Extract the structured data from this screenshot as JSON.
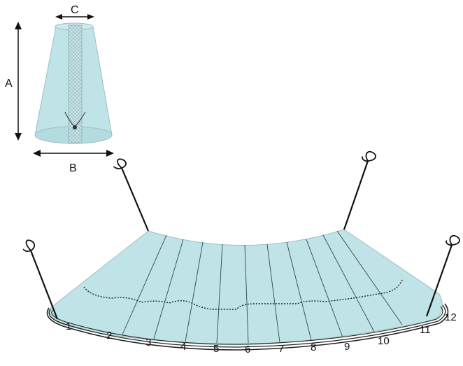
{
  "dimension_labels": {
    "a": "A",
    "b": "B",
    "c": "C"
  },
  "segment_numbers": [
    "1",
    "2",
    "3",
    "4",
    "5",
    "6",
    "7",
    "8",
    "9",
    "10",
    "11",
    "12"
  ],
  "colors": {
    "net_fill": "#bfe3e6",
    "net_stroke": "#8fb5ba",
    "seam_line": "#2f4a4f",
    "hem_ring": "#222222",
    "pole": "#111111",
    "mesh_panel": "#9fc6cc"
  }
}
